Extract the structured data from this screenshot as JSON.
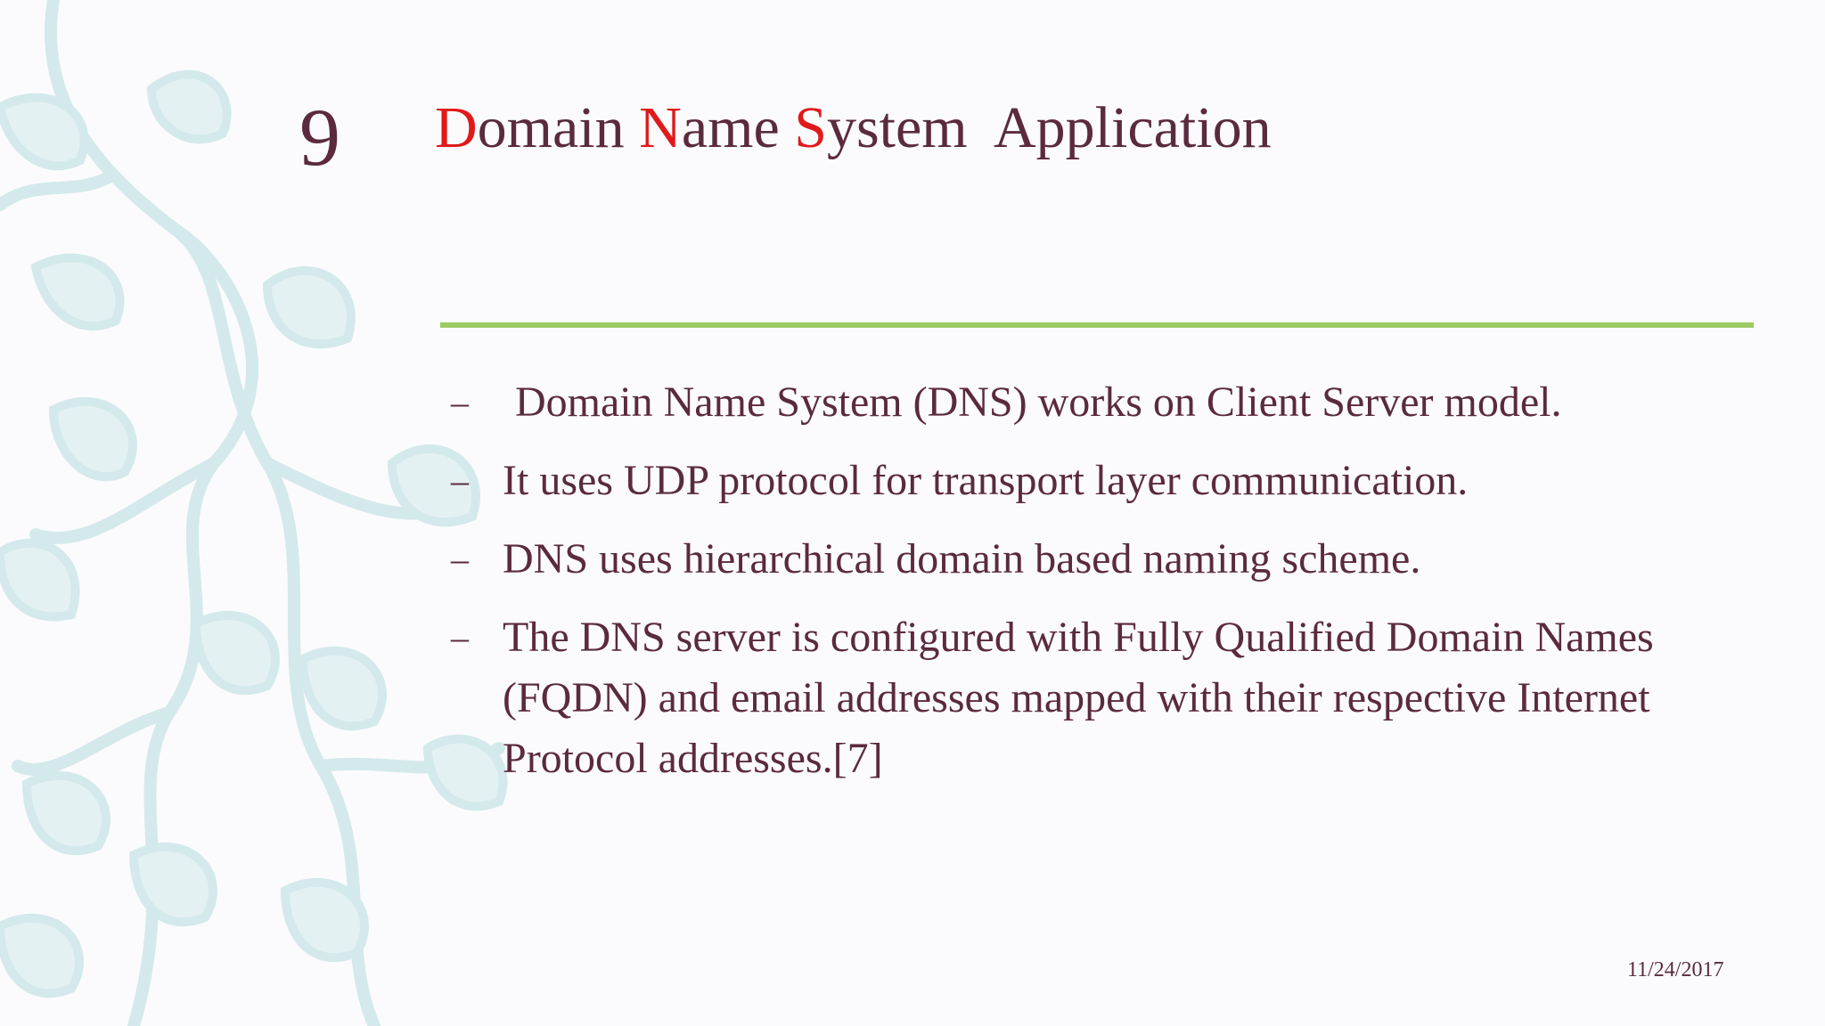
{
  "slide": {
    "number": "9",
    "title": {
      "w1_initial": "D",
      "w1_rest": "omain ",
      "w2_initial": "N",
      "w2_rest": "ame ",
      "w3_initial": "S",
      "w3_rest": "ystem  Application"
    },
    "bullets": [
      {
        "dash": "–",
        "text": "Domain Name System (DNS) works on Client Server model."
      },
      {
        "dash": "–",
        "text": "It uses UDP protocol for transport layer communication."
      },
      {
        "dash": "–",
        "text": "DNS uses hierarchical domain based naming scheme."
      },
      {
        "dash": "–",
        "text": "The DNS server is configured with Fully Qualified Domain Names (FQDN) and email addresses mapped with their respective Internet Protocol addresses.[7]"
      }
    ],
    "date": "11/24/2017"
  },
  "colors": {
    "text": "#5b2a3e",
    "title_initials": "#e01a1a",
    "divider": "#9ccb63",
    "vine": "#d9ecee"
  },
  "decoration": "vine-leaf-pattern"
}
